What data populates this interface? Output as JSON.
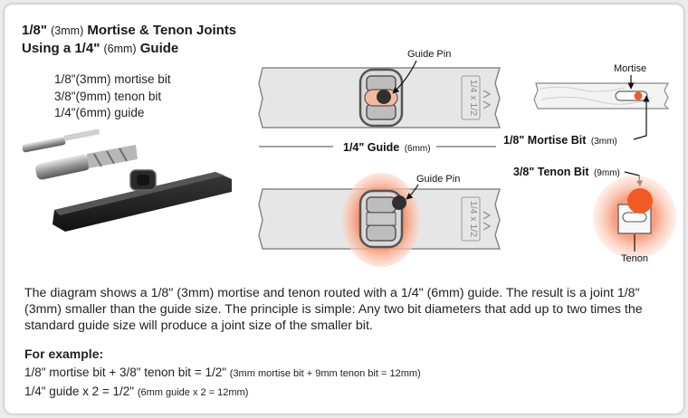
{
  "title": {
    "line1_main": "1/8\"",
    "line1_metric": "(3mm)",
    "line1_rest": "Mortise & Tenon Joints",
    "line2_main": "Using a 1/4\"",
    "line2_metric": "(6mm)",
    "line2_rest": "Guide"
  },
  "specs": [
    "1/8\"(3mm) mortise bit",
    "3/8\"(9mm) tenon bit",
    "1/4\"(6mm) guide"
  ],
  "diagram": {
    "guide_pin_label_top": "Guide Pin",
    "guide_pin_label_bottom": "Guide Pin",
    "template_marking": "1/4 x 1/2",
    "guide_label": "1/4\" Guide",
    "guide_label_metric": "(6mm)",
    "mortise_label": "Mortise",
    "mortise_bit_label": "1/8\" Mortise Bit",
    "mortise_bit_metric": "(3mm)",
    "tenon_bit_label": "3/8\" Tenon Bit",
    "tenon_bit_metric": "(9mm)",
    "tenon_label": "Tenon"
  },
  "colors": {
    "highlight_orange": "#f15a24",
    "halo_light": "#f9c3ad",
    "template_fill": "#e6e6e6",
    "template_stroke": "#888888"
  },
  "body": "The diagram shows a 1/8\" (3mm) mortise and tenon routed with a 1/4\" (6mm) guide. The result is a joint 1/8\" (3mm) smaller than the guide size. The principle is simple: Any two bit diameters that add up to two times the standard guide size will produce a joint size of the smaller bit.",
  "example": {
    "title": "For example:",
    "line1": "1/8\" mortise bit + 3/8\" tenon bit = 1/2\"",
    "line1_note": "(3mm mortise bit + 9mm tenon bit = 12mm)",
    "line2": "1/4\" guide x 2 = 1/2\"",
    "line2_note": "(6mm guide x 2 = 12mm)"
  }
}
